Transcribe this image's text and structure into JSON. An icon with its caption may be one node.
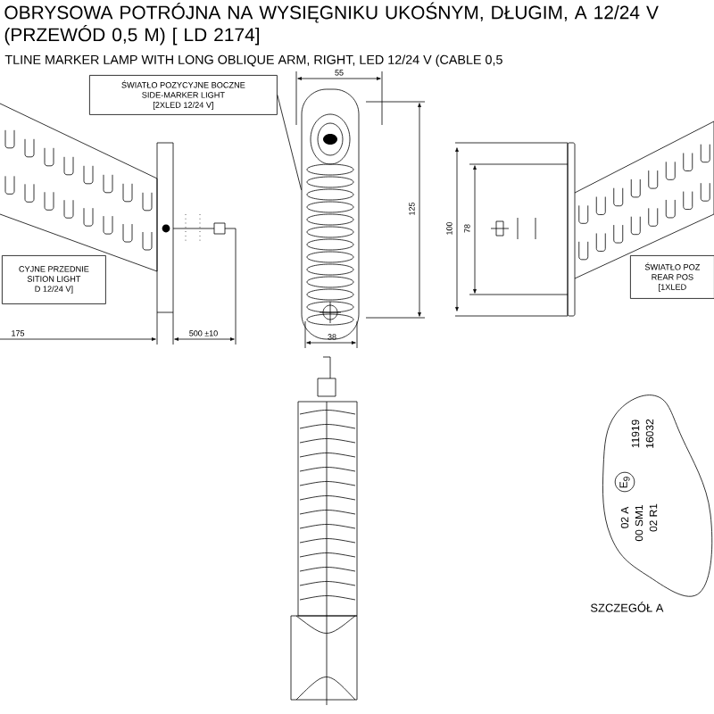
{
  "diagram": {
    "title": "OBRYSOWA POTRÓJNA NA WYSIĘGNIKU UKOŚNYM, DŁUGIM, A 12/24 V (PRZEWÓD 0,5 M) [ LD 2174]",
    "nodes": [
      {
        "text": [
          "CYJNE PRZEDNIE",
          "SITION LIGHT",
          "D 12/24 V]"
        ]
      },
      {
        "text": [
          "ŚWIATŁO POZYCYJNE BOCZNE",
          "SIDE-MARKER LIGHT",
          "[2XLED 12/24 V]"
        ]
      },
      {
        "text": [
          "ŚWIATŁO POZ",
          "REAR POS",
          "[1XLED"
        ]
      },
      {
        "text": [],
        "shape": "picture"
      }
    ],
    "edges": [
      {
        "from": 1,
        "to": 3,
        "arrow": "none"
      }
    ],
    "labels": [
      "TLINE MARKER LAMP WITH LONG OBLIQUE ARM, RIGHT, LED 12/24 V (CABLE 0,5",
      "55",
      "125",
      "100",
      "78",
      "175",
      "500 ±10",
      "38",
      "11919",
      "16032",
      "E$_{9}$",
      "02 A",
      "00 SM1",
      "02 R1",
      "SZCZEGÓŁ A"
    ]
  }
}
